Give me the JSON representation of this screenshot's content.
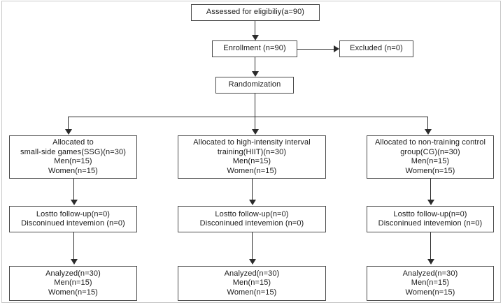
{
  "figure": {
    "type": "consort-flow-diagram",
    "title": "CONSORT participant flow diagram"
  },
  "nodes": {
    "assessed": {
      "name": "assessed-for-eligibility-box",
      "lines": [
        "Assessed for eligibiliy(a=90)"
      ]
    },
    "enrollment": {
      "name": "enrollment-box",
      "lines": [
        "Enrollment (n=90)"
      ]
    },
    "excluded": {
      "name": "excluded-box",
      "lines": [
        "Excluded (n=0)"
      ]
    },
    "randomization": {
      "name": "randomization-box",
      "lines": [
        "Randomization"
      ]
    },
    "alloc_ssg": {
      "name": "allocation-ssg-box",
      "lines": [
        "Allocated to",
        "small-side games(SSG)(n=30)",
        "Men(n=15)",
        "Women(n=15)"
      ]
    },
    "alloc_hiit": {
      "name": "allocation-hiit-box",
      "lines": [
        "Allocated to high-intensity interval",
        "training(HIIT)(n=30)",
        "Men(n=15)",
        "Women(n=15)"
      ]
    },
    "alloc_cg": {
      "name": "allocation-cg-box",
      "lines": [
        "Allocated to non-training control",
        "group(CG)(n=30)",
        "Men(n=15)",
        "Women(n=15)"
      ]
    },
    "follow_ssg": {
      "name": "followup-ssg-box",
      "lines": [
        "Lostto follow-up(n=0)",
        "Disconinued intevemion (n=0)"
      ]
    },
    "follow_hiit": {
      "name": "followup-hiit-box",
      "lines": [
        "Lostto follow-up(n=0)",
        "Disconinued intevemion (n=0)"
      ]
    },
    "follow_cg": {
      "name": "followup-cg-box",
      "lines": [
        "Lostto follow-up(n=0)",
        "Disconinued intevemion (n=0)"
      ]
    },
    "analyzed_ssg": {
      "name": "analyzed-ssg-box",
      "lines": [
        "Analyzed(n=30)",
        "Men(n=15)",
        "Women(n=15)"
      ]
    },
    "analyzed_hiit": {
      "name": "analyzed-hiit-box",
      "lines": [
        "Analyzed(n=30)",
        "Men(n=15)",
        "Women(n=15)"
      ]
    },
    "analyzed_cg": {
      "name": "analyzed-cg-box",
      "lines": [
        "Analyzed(n=30)",
        "Men(n=15)",
        "Women(n=15)"
      ]
    }
  },
  "colors": {
    "box_border": "#4a4a4a",
    "connector": "#2b2b2b",
    "frame": "#c9c9c9",
    "text": "#1a1a1a",
    "background": "#ffffff"
  }
}
